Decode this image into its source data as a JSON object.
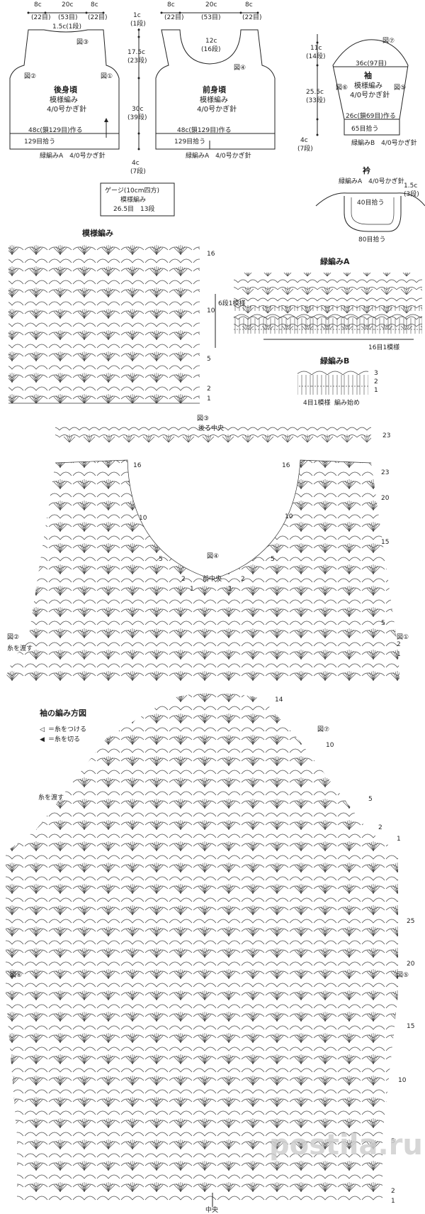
{
  "schematic": {
    "back": {
      "top_widths": [
        {
          "v": "8c",
          "s": "(22目)"
        },
        {
          "v": "20c",
          "s": "(53目)"
        },
        {
          "v": "8c",
          "s": "(22目)"
        }
      ],
      "neck_shape": "1.5c(1段)",
      "marker_top": "図③",
      "title": "後身頃",
      "pattern": "模様編み",
      "hook": "4/0号かぎ針",
      "left_marker": "図②",
      "right_marker": "図①",
      "bottom_chain": "48c(鎖129目)作る",
      "bottom_pick": "129目拾う",
      "edging": "緑編みA　4/0号かぎ針"
    },
    "vertical": {
      "top": {
        "v": "1c",
        "s": "(1段)"
      },
      "armhole": {
        "v": "17.5c",
        "s": "(23段)"
      },
      "total": {
        "v": "30c",
        "s": "(39段)"
      },
      "bottom": {
        "v": "4c",
        "s": "(7段)"
      }
    },
    "front": {
      "top_widths": [
        {
          "v": "8c",
          "s": "(22目)"
        },
        {
          "v": "20c",
          "s": "(53目)"
        },
        {
          "v": "8c",
          "s": "(22目)"
        }
      ],
      "neck_depth": {
        "v": "12c",
        "s": "(16段)"
      },
      "neck_marker": "図④",
      "title": "前身頃",
      "pattern": "模様編み",
      "hook": "4/0号かぎ針",
      "bottom_chain": "48c(鎖129目)作る",
      "bottom_pick": "129目拾う",
      "edging": "緑編みA　4/0号かぎ針"
    },
    "sleeve": {
      "cap": {
        "v": "11c",
        "s": "(14段)"
      },
      "marker_top": "図⑦",
      "width": "36c(97目)",
      "title": "袖",
      "pattern": "模様編み",
      "hook": "4/0号かぎ針",
      "left_marker": "図⑥",
      "right_marker": "図⑤",
      "length": {
        "v": "25.5c",
        "s": "(33段)"
      },
      "cuff_chain": "26c(鎖69目)作る",
      "cuff_pick": "65目拾う",
      "cuff_depth": {
        "v": "4c",
        "s": "(7段)"
      },
      "cuff_edging": "緑編みB　4/0号かぎ針"
    },
    "gauge": {
      "title": "ゲージ(10cm四方)",
      "pattern": "模様編み",
      "values": "26.5目　13段"
    },
    "collar": {
      "title": "衿",
      "edging": "緑編みA　4/0号かぎ針",
      "front_pick": "40目拾う",
      "depth": {
        "v": "1.5c",
        "s": "(3段)"
      },
      "back_pick": "80目拾う"
    }
  },
  "pattern_section": {
    "title": "模様編み",
    "rows": [
      "16",
      "10",
      "5",
      "2",
      "1"
    ],
    "repeat": "6段1模様"
  },
  "edging_a": {
    "title": "緑編みA",
    "repeat": "16目1模様"
  },
  "edging_b": {
    "title": "緑編みB",
    "rows": [
      "3",
      "2",
      "1"
    ],
    "repeat": "4目1模様",
    "start": "編み始め"
  },
  "body_chart": {
    "marker_top": "図③",
    "center_top": "後ろ中央",
    "row_23_top": "23",
    "left_row_16": "16",
    "right_row_16": "16",
    "left_rows": [
      "10",
      "5",
      "2",
      "1"
    ],
    "right_rows": [
      "23",
      "20",
      "15",
      "10",
      "5",
      "2",
      "1"
    ],
    "right_side_rows": [
      "5",
      "2",
      "1"
    ],
    "neck_marker": "図④",
    "center_front": "前中央",
    "bottom_left_marker": "図②",
    "bottom_right_marker": "図①",
    "yarn_pass": "糸を渡す"
  },
  "sleeve_chart": {
    "title": "袖の編み方図",
    "legend": [
      {
        "sym": "◁",
        "text": "＝糸をつける"
      },
      {
        "sym": "◀",
        "text": "＝糸を切る"
      }
    ],
    "top_row": "14",
    "marker_top": "図⑦",
    "rows_right": [
      "10",
      "5",
      "2",
      "1"
    ],
    "rows_lower": [
      "25",
      "20",
      "15",
      "10",
      "5",
      "2",
      "1"
    ],
    "yarn_pass": "糸を渡す",
    "left_marker": "図⑥",
    "right_marker": "図⑤",
    "center": "中央"
  },
  "watermark": "postila.ru"
}
